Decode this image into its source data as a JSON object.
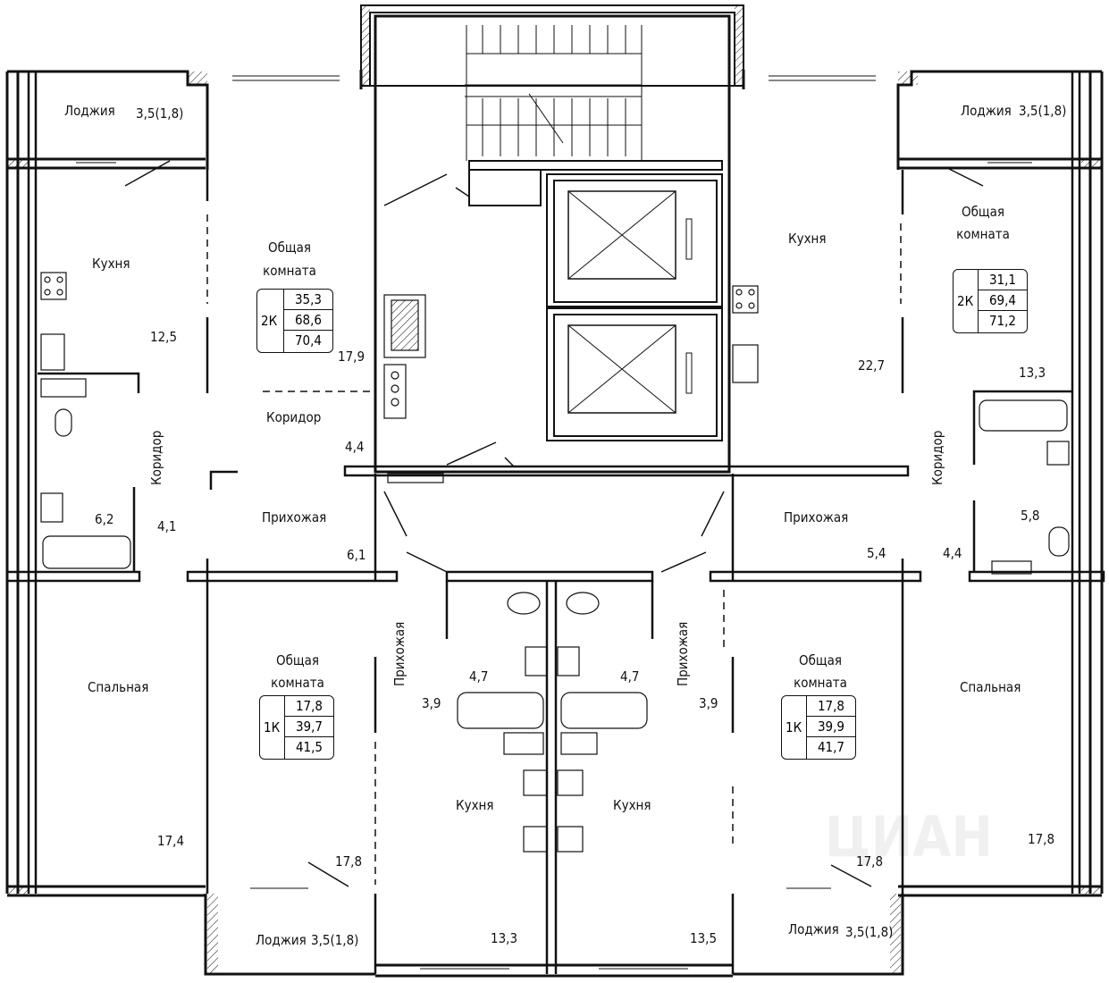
{
  "rooms": {
    "loggia_tl": {
      "name": "Лоджия",
      "area": "3,5(1,8)"
    },
    "loggia_tr": {
      "name": "Лоджия",
      "area": "3,5(1,8)"
    },
    "loggia_bl": {
      "name": "Лоджия",
      "area": "3,5(1,8)"
    },
    "loggia_br": {
      "name": "Лоджия",
      "area": "3,5(1,8)"
    },
    "kitchen_tl": {
      "name": "Кухня",
      "area": "12,5"
    },
    "living_tl": {
      "name_line1": "Общая",
      "name_line2": "комната",
      "area": "17,9"
    },
    "corridor_tl_h": {
      "name": "Коридор",
      "area": "4,4"
    },
    "corridor_tl_v": {
      "name": "Коридор",
      "area": "4,1"
    },
    "bath_tl": {
      "area": "6,2"
    },
    "hall_tl": {
      "name": "Прихожая",
      "area": "6,1"
    },
    "kitchen_tr": {
      "name": "Кухня",
      "area": "22,7"
    },
    "living_tr": {
      "name_line1": "Общая",
      "name_line2": "комната",
      "area": "13,3"
    },
    "corridor_tr_v": {
      "name": "Коридор",
      "area": "4,4"
    },
    "bath_tr": {
      "area": "5,8"
    },
    "hall_tr": {
      "name": "Прихожая",
      "area": "5,4"
    },
    "bedroom_bl": {
      "name": "Спальная",
      "area": "17,4"
    },
    "living_bl": {
      "name_line1": "Общая",
      "name_line2": "комната",
      "area": "17,8"
    },
    "hall_bl": {
      "name": "Прихожая",
      "area": "3,9"
    },
    "bath_bl": {
      "area": "4,7"
    },
    "kitchen_bl": {
      "name": "Кухня",
      "area": "13,3"
    },
    "kitchen_br": {
      "name": "Кухня",
      "area": "13,5"
    },
    "bath_br": {
      "area": "4,7"
    },
    "hall_br": {
      "name": "Прихожая",
      "area": "3,9"
    },
    "living_br": {
      "name_line1": "Общая",
      "name_line2": "комната",
      "area": "17,8"
    },
    "bedroom_br": {
      "name": "Спальная",
      "area": "17,8"
    }
  },
  "apartments": [
    {
      "type": "2К",
      "living": "35,3",
      "total": "68,6",
      "total_loggia": "70,4"
    },
    {
      "type": "2К",
      "living": "31,1",
      "total": "69,4",
      "total_loggia": "71,2"
    },
    {
      "type": "1К",
      "living": "17,8",
      "total": "39,7",
      "total_loggia": "41,5"
    },
    {
      "type": "1К",
      "living": "17,8",
      "total": "39,9",
      "total_loggia": "41,7"
    }
  ],
  "watermark": "ЦИАН",
  "colors": {
    "wall": "#111111",
    "background": "#ffffff"
  }
}
